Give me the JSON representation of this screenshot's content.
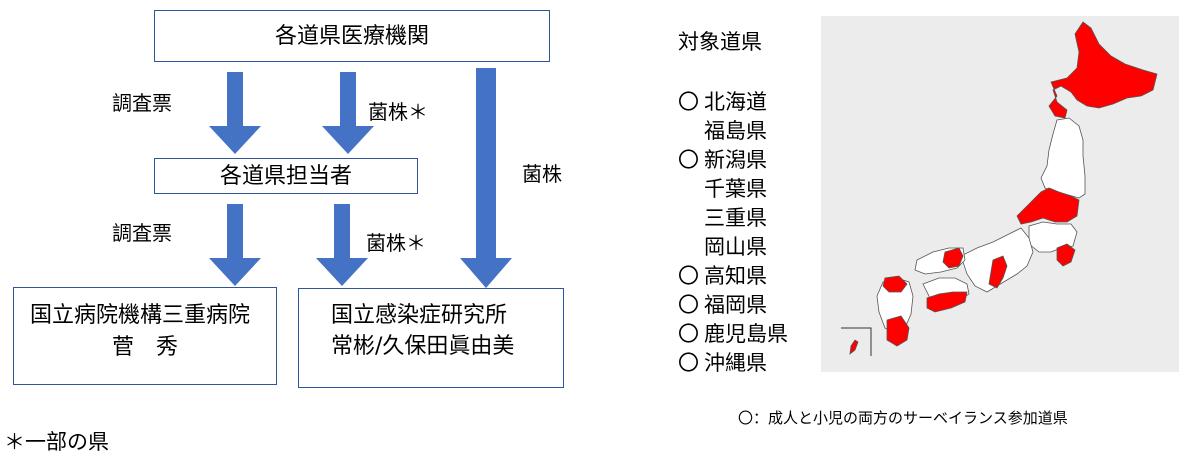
{
  "diagram": {
    "top_box": "各道県医療機関",
    "mid_box": "各道県担当者",
    "bottom_left": {
      "line1": "国立病院機構三重病院",
      "line2": "菅　秀"
    },
    "bottom_right": {
      "line1": "国立感染症研究所",
      "line2": "常彬/久保田眞由美"
    },
    "labels": {
      "survey_top": "調査票",
      "strain_top": "菌株＊",
      "survey_bottom": "調査票",
      "strain_bottom": "菌株＊",
      "strain_direct": "菌株"
    },
    "footnote": "＊一部の県",
    "box_border_color": "#2f5597",
    "arrow_color": "#4472c4"
  },
  "legend": {
    "title": "対象道県",
    "mark": "〇",
    "prefectures": [
      {
        "name": "北海道",
        "marked": true
      },
      {
        "name": "福島県",
        "marked": false
      },
      {
        "name": "新潟県",
        "marked": true
      },
      {
        "name": "千葉県",
        "marked": false
      },
      {
        "name": "三重県",
        "marked": false
      },
      {
        "name": "岡山県",
        "marked": false
      },
      {
        "name": "高知県",
        "marked": true
      },
      {
        "name": "福岡県",
        "marked": true
      },
      {
        "name": "鹿児島県",
        "marked": true
      },
      {
        "name": "沖縄県",
        "marked": true
      }
    ]
  },
  "map": {
    "highlight_color": "#ff0000",
    "background_color": "#ececec",
    "caption": "〇：成人と小児の両方のサーベイランス参加道県"
  }
}
